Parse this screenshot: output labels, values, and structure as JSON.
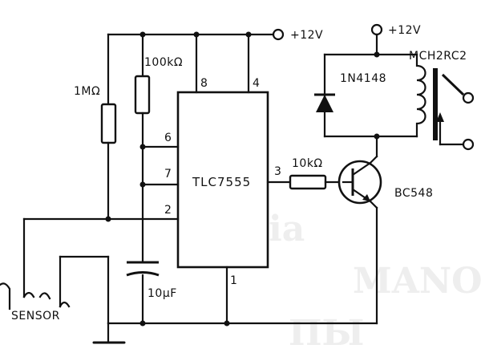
{
  "supply": {
    "left": "+12V",
    "right": "+12V"
  },
  "ic": {
    "name": "TLC7555",
    "pins": {
      "p8": "8",
      "p4": "4",
      "p6": "6",
      "p7": "7",
      "p2": "2",
      "p3": "3",
      "p1": "1"
    }
  },
  "components": {
    "r1": "1MΩ",
    "r2": "100kΩ",
    "r3": "10kΩ",
    "cap": "10µF",
    "diode": "1N4148",
    "relay": "MCH2RC2",
    "transistor": "BC548",
    "sensor": "SENSOR"
  }
}
